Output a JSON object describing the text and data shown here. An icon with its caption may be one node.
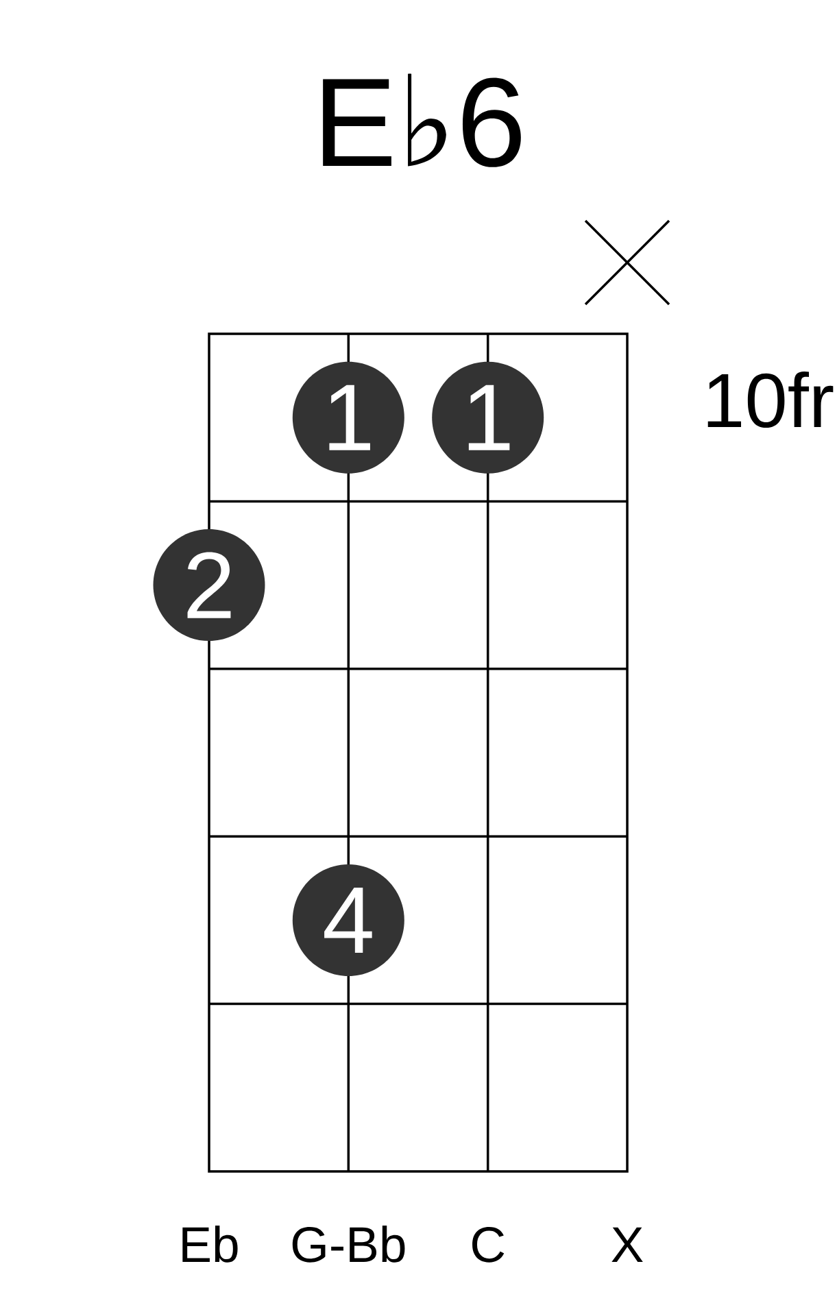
{
  "diagram": {
    "title": "E♭6",
    "nodes": [
      {
        "text": [
          "1"
        ]
      },
      {
        "text": [
          "1"
        ]
      },
      {
        "text": [
          "2"
        ]
      },
      {
        "text": [
          "4"
        ]
      }
    ],
    "labels": [
      "10fr",
      "Eb",
      "G-Bb",
      "C",
      "X"
    ]
  }
}
